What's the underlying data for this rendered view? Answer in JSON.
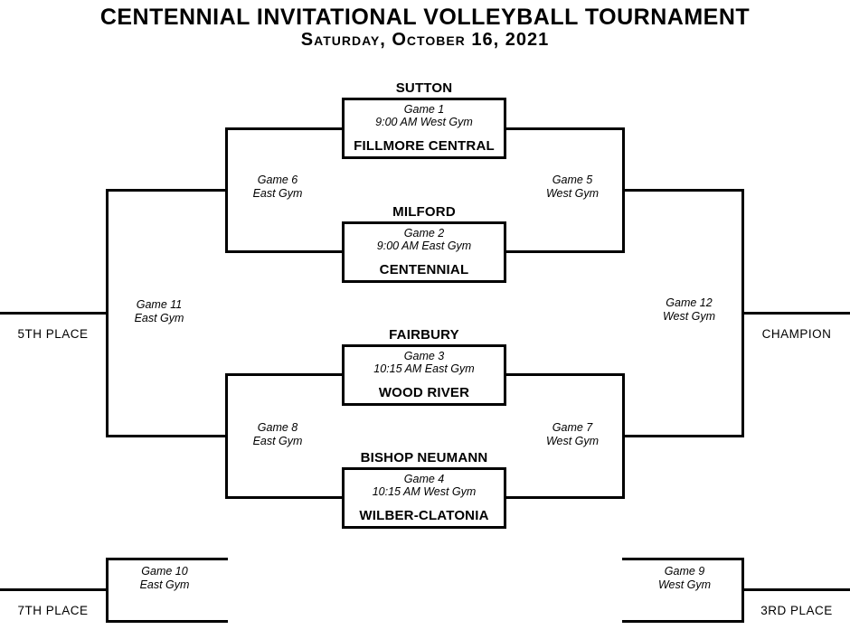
{
  "title": "CENTENNIAL INVITATIONAL VOLLEYBALL TOURNAMENT",
  "subtitle": "Saturday, October 16, 2021",
  "colors": {
    "line": "#000000",
    "background": "#ffffff",
    "text": "#000000"
  },
  "first_round_games": [
    {
      "top_team": "SUTTON",
      "game": "Game 1",
      "time_venue": "9:00 AM West Gym",
      "bottom_team": "FILLMORE CENTRAL"
    },
    {
      "top_team": "MILFORD",
      "game": "Game 2",
      "time_venue": "9:00 AM East Gym",
      "bottom_team": "CENTENNIAL"
    },
    {
      "top_team": "FAIRBURY",
      "game": "Game 3",
      "time_venue": "10:15 AM East Gym",
      "bottom_team": "WOOD RIVER"
    },
    {
      "top_team": "BISHOP NEUMANN",
      "game": "Game 4",
      "time_venue": "10:15 AM West Gym",
      "bottom_team": "WILBER-CLATONIA"
    }
  ],
  "later_games": {
    "game5": {
      "label": "Game 5",
      "venue": "West Gym"
    },
    "game6": {
      "label": "Game 6",
      "venue": "East Gym"
    },
    "game7": {
      "label": "Game 7",
      "venue": "West Gym"
    },
    "game8": {
      "label": "Game 8",
      "venue": "East Gym"
    },
    "game9": {
      "label": "Game 9",
      "venue": "West Gym"
    },
    "game10": {
      "label": "Game 10",
      "venue": "East Gym"
    },
    "game11": {
      "label": "Game 11",
      "venue": "East Gym"
    },
    "game12": {
      "label": "Game 12",
      "venue": "West Gym"
    }
  },
  "placements": {
    "fifth": "5TH PLACE",
    "champion": "CHAMPION",
    "seventh": "7TH PLACE",
    "third": "3RD PLACE"
  }
}
